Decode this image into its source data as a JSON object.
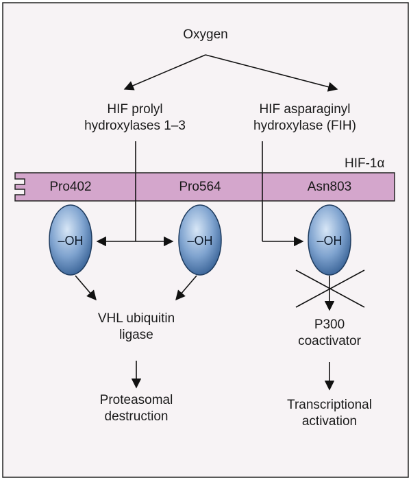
{
  "oxygen": "Oxygen",
  "prolyl": {
    "line1": "HIF prolyl",
    "line2": "hydroxylases 1–3"
  },
  "fih": {
    "line1": "HIF asparaginyl",
    "line2": "hydroxylase (FIH)"
  },
  "protein": {
    "name": "HIF-1α",
    "sites": [
      "Pro402",
      "Pro564",
      "Asn803"
    ]
  },
  "hydroxyl": "–OH",
  "vhl": {
    "line1": "VHL ubiquitin",
    "line2": "ligase"
  },
  "proteasome": {
    "line1": "Proteasomal",
    "line2": "destruction"
  },
  "p300": {
    "line1": "P300",
    "line2": "coactivator"
  },
  "transcription": {
    "line1": "Transcriptional",
    "line2": "activation"
  },
  "colors": {
    "strip_fill": "#d4a6cc",
    "ellipse_light": "#c9daf0",
    "ellipse_dark": "#3f6fa3",
    "line": "#111111",
    "background": "#f7f3f5"
  }
}
